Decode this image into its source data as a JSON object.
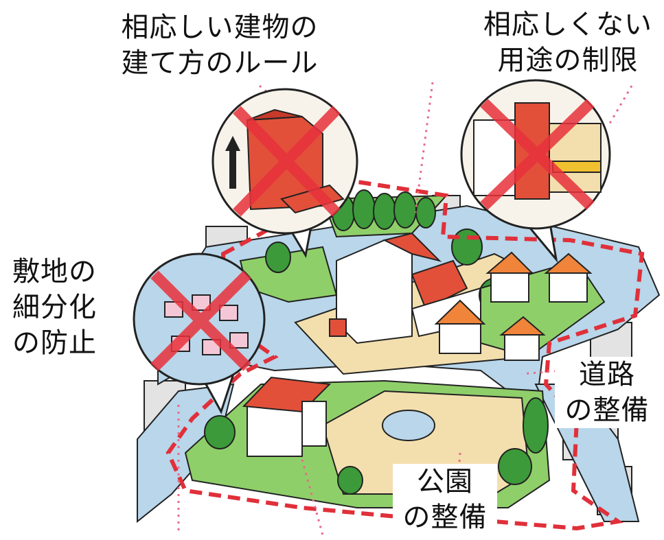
{
  "labels": {
    "building_rules": [
      "相応しい建物の",
      "建て方のルール"
    ],
    "use_restriction": [
      "相応しくない",
      "用途の制限"
    ],
    "subdivision": [
      "敷地の",
      "細分化",
      "の防止"
    ],
    "road": [
      "道路",
      "の整備"
    ],
    "park": [
      "公園",
      "の整備"
    ]
  },
  "colors": {
    "road": "#b9d6ea",
    "grass": "#8fcf6a",
    "tree": "#3c9a3a",
    "roof_red": "#e2503a",
    "roof_orange": "#f0843a",
    "boundary": "#e0303a",
    "sand": "#f3dfae",
    "wall": "#ffffff",
    "outline": "#222222",
    "cross": "#e8323c",
    "background_block": "#dcdcdc"
  },
  "icons": {
    "up_arrow": "arrow-up-icon",
    "cross": "cross-out-icon"
  }
}
